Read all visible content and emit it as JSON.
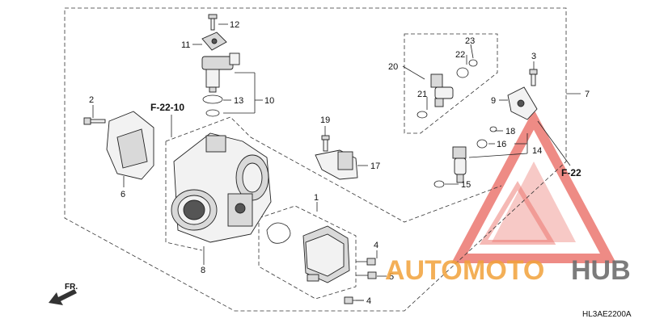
{
  "callouts": {
    "c1": "1",
    "c2": "2",
    "c3": "3",
    "c4a": "4",
    "c4b": "4",
    "c5": "5",
    "c6": "6",
    "c7": "7",
    "c8": "8",
    "c9": "9",
    "c10": "10",
    "c11": "11",
    "c12": "12",
    "c13": "13",
    "c14": "14",
    "c15": "15",
    "c16": "16",
    "c17": "17",
    "c18": "18",
    "c19": "19",
    "c20": "20",
    "c21": "21",
    "c22": "22",
    "c23": "23"
  },
  "refs": {
    "f2210": "F-22-10",
    "f22": "F-22"
  },
  "front_label": "FR.",
  "diagram_code": "HL3AE2200A",
  "watermark": {
    "auto": "AUTO",
    "moto": "MOTO",
    "hub": "HUB"
  },
  "colors": {
    "watermark_red": "#e8645c",
    "watermark_orange": "#f2a23a",
    "watermark_gray": "#6e6e6e"
  }
}
